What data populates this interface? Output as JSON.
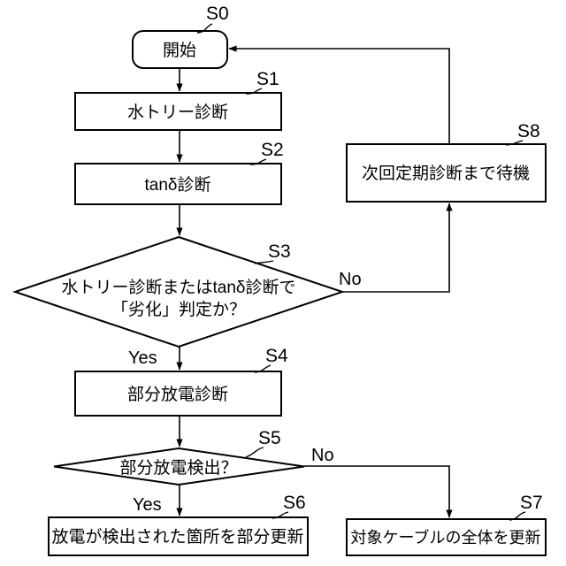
{
  "figure": {
    "background_color": "#ffffff",
    "line_color": "#000000",
    "text_color": "#000000",
    "description": "Flowchart of cable diagnosis procedure with steps S0 to S8"
  },
  "nodes": {
    "s0": {
      "id": "S0",
      "type": "terminator",
      "text": "開始"
    },
    "s1": {
      "id": "S1",
      "type": "process",
      "text": "水トリー診断"
    },
    "s2": {
      "id": "S2",
      "type": "process",
      "text": "tanδ診断"
    },
    "s3": {
      "id": "S3",
      "type": "decision",
      "text": "水トリー診断またはtanδ診断で「劣化」判定か？",
      "lines": [
        "水トリー診断またはtanδ診断で",
        "「劣化」判定か？"
      ]
    },
    "s4": {
      "id": "S4",
      "type": "process",
      "text": "部分放電診断"
    },
    "s5": {
      "id": "S5",
      "type": "decision",
      "text": "部分放電検出？"
    },
    "s6": {
      "id": "S6",
      "type": "process",
      "text": "放電が検出された箇所を部分更新"
    },
    "s7": {
      "id": "S7",
      "type": "process",
      "text": "対象ケーブルの全体を更新"
    },
    "s8": {
      "id": "S8",
      "type": "process",
      "text": "次回定期診断まで待機"
    }
  },
  "edges": {
    "s3_yes_label": "Yes",
    "s3_no_label": "No",
    "s5_yes_label": "Yes",
    "s5_no_label": "No"
  }
}
